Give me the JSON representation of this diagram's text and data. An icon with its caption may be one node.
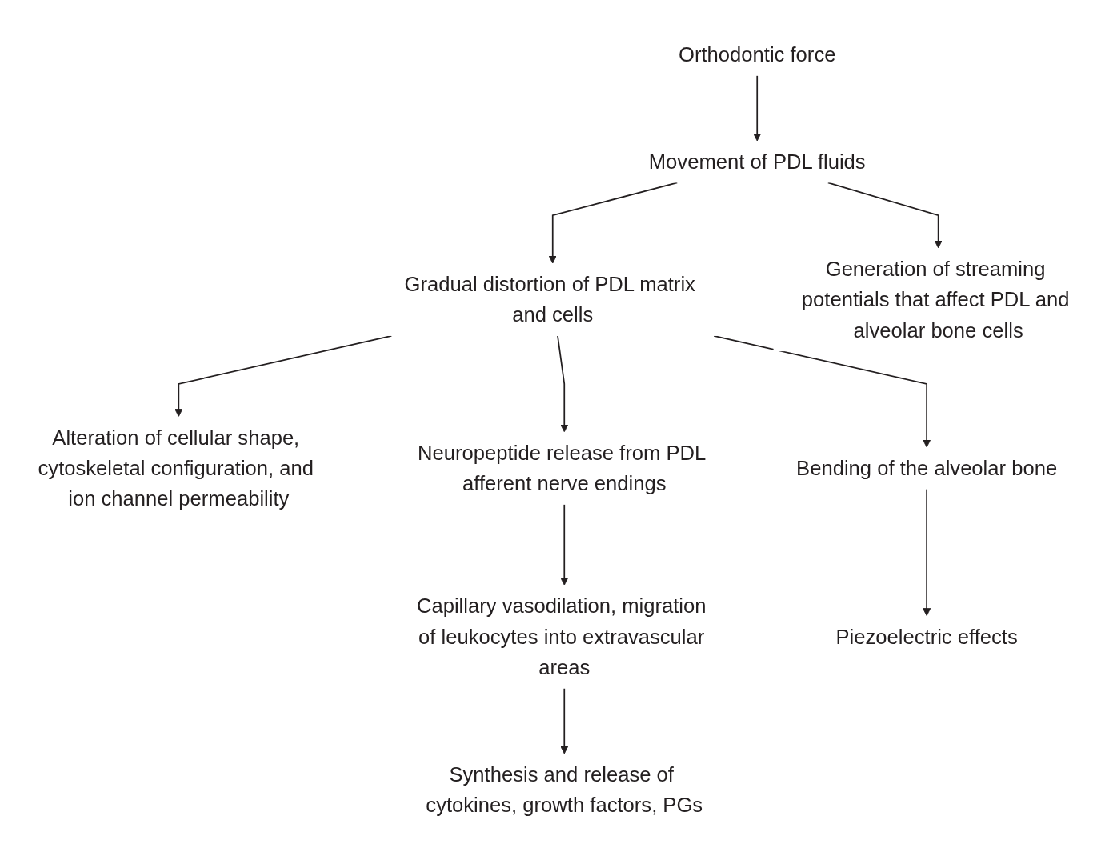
{
  "diagram": {
    "nodes": [
      {
        "text": [
          "Orthodontic force"
        ]
      },
      {
        "text": [
          "Movement of PDL fluids"
        ]
      },
      {
        "text": [
          "Gradual distortion of PDL matrix and cells"
        ]
      },
      {
        "text": [
          "Generation of streaming potentials that affect PDL and alveolar bone cells"
        ]
      },
      {
        "text": [
          "Alteration of cellular shape, cytoskeletal configuration, and ion channel permeability"
        ]
      },
      {
        "text": [
          "Neuropeptide release from PDL afferent nerve endings"
        ]
      },
      {
        "text": [
          "Bending of the alveolar bone"
        ]
      },
      {
        "text": [
          "Capillary vasodilation, migration of leukocytes into extravascular areas"
        ]
      },
      {
        "text": [
          "Piezoelectric effects"
        ]
      },
      {
        "text": [
          "Synthesis and release of cytokines, growth factors, PGs"
        ]
      }
    ],
    "edges": [
      {
        "from": 0,
        "to": 1,
        "arrow": "to"
      },
      {
        "from": 1,
        "to": 2,
        "arrow": "to"
      },
      {
        "from": 1,
        "to": 3,
        "arrow": "to"
      },
      {
        "from": 2,
        "to": 4,
        "arrow": "to"
      },
      {
        "from": 2,
        "to": 6,
        "arrow": "to"
      },
      {
        "from": 2,
        "to": 5,
        "arrow": "to"
      },
      {
        "from": 5,
        "to": 7,
        "arrow": "to"
      },
      {
        "from": 6,
        "to": 8,
        "arrow": "to"
      },
      {
        "from": 7,
        "to": 9,
        "arrow": "to"
      }
    ]
  }
}
